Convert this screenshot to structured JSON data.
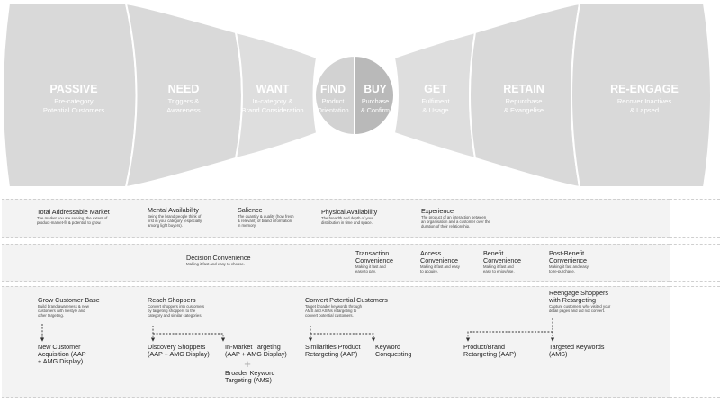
{
  "funnel": {
    "stages": [
      {
        "title": "PASSIVE",
        "subtitle": [
          "Pre-category",
          "Potential Customers"
        ],
        "color": "#d9d9d9"
      },
      {
        "title": "NEED",
        "subtitle": [
          "Triggers &",
          "Awareness"
        ],
        "color": "#d9d9d9"
      },
      {
        "title": "WANT",
        "subtitle": [
          "In-category &",
          "Brand Consideration"
        ],
        "color": "#dedede"
      },
      {
        "title": "FIND",
        "subtitle": [
          "Product",
          "Orientation"
        ],
        "color": "#d2d2d2"
      },
      {
        "title": "BUY",
        "subtitle": [
          "Purchase",
          "& Confirm"
        ],
        "color": "#b9b9b9"
      },
      {
        "title": "GET",
        "subtitle": [
          "Fulfiment",
          "& Usage"
        ],
        "color": "#dedede"
      },
      {
        "title": "RETAIN",
        "subtitle": [
          "Repurchase",
          "& Evangelise"
        ],
        "color": "#d9d9d9"
      },
      {
        "title": "RE-ENGAGE",
        "subtitle": [
          "Recover Inactives",
          "& Lapsed"
        ],
        "color": "#d9d9d9"
      }
    ]
  },
  "availability": [
    {
      "title": "Total Addressable Market",
      "desc": [
        "The market you are serving, the extent of",
        "product-market-fit & potential to grow."
      ]
    },
    {
      "title": "Mental Availability",
      "desc": [
        "Being the brand people think of",
        "first in your category (especially",
        "among light buyers)."
      ]
    },
    {
      "title": "Salience",
      "desc": [
        "The quantity & quality (how fresh",
        "& relevant) of brand information",
        "in memory."
      ]
    },
    {
      "title": "Physical Availability",
      "desc": [
        "The breadth and depth of your",
        "distribution in time and space."
      ]
    },
    {
      "title": "Experience",
      "desc": [
        "The product of an interaction between",
        "an organisation and a customer over the",
        "duration of their relationship."
      ]
    }
  ],
  "convenience": [
    {
      "title": [
        "Decision Convenience"
      ],
      "desc": [
        "Making it fast and easy to choose."
      ]
    },
    {
      "title": [
        "Transaction",
        "Convenience"
      ],
      "desc": [
        "Making it fast and",
        "easy to pay."
      ]
    },
    {
      "title": [
        "Access",
        "Convenience"
      ],
      "desc": [
        "Making it fast and easy",
        "to acquire."
      ]
    },
    {
      "title": [
        "Benefit",
        "Convenience"
      ],
      "desc": [
        "Making it fast and",
        "easy to enjoy/use."
      ]
    },
    {
      "title": [
        "Post-Benefit",
        "Convenience"
      ],
      "desc": [
        "Making it fast and easy",
        "to re-purchase."
      ]
    }
  ],
  "objectives": [
    {
      "title": [
        "Grow Customer Base"
      ],
      "desc": [
        "Build brand awareness & new",
        "customers with lifestyle and",
        "other targeting."
      ]
    },
    {
      "title": [
        "Reach Shoppers"
      ],
      "desc": [
        "Convert shoppers into customers",
        "by targeting shoppers to the",
        "category and similar categories."
      ]
    },
    {
      "title": [
        "Convert Potential Customers"
      ],
      "desc": [
        "Target broader keywords through",
        "AMS and ASINs retargeting to",
        "convert potential customers."
      ]
    },
    {
      "title": [
        "Reengage Shoppers",
        "with Retargeting"
      ],
      "desc": [
        "Capture customers who visited your",
        "detail pages and did not convert."
      ]
    }
  ],
  "tactics": [
    {
      "label": [
        "New Customer",
        "Acquisition (AAP",
        "+ AMG Display)"
      ]
    },
    {
      "label": [
        "Discovery Shoppers",
        "(AAP + AMG Display)"
      ]
    },
    {
      "label": [
        "In-Market Targeting",
        "(AAP + AMG Display)"
      ]
    },
    {
      "label": [
        "Broader Keyword",
        "Targeting (AMS)"
      ]
    },
    {
      "label": [
        "Similarities Product",
        "Retargeting (AAP)"
      ]
    },
    {
      "label": [
        "Keyword",
        "Conquesting"
      ]
    },
    {
      "label": [
        "Product/Brand",
        "Retargeting (AAP)"
      ]
    },
    {
      "label": [
        "Targeted Keywords",
        "(AMS)"
      ]
    }
  ],
  "plus_sign": "+"
}
